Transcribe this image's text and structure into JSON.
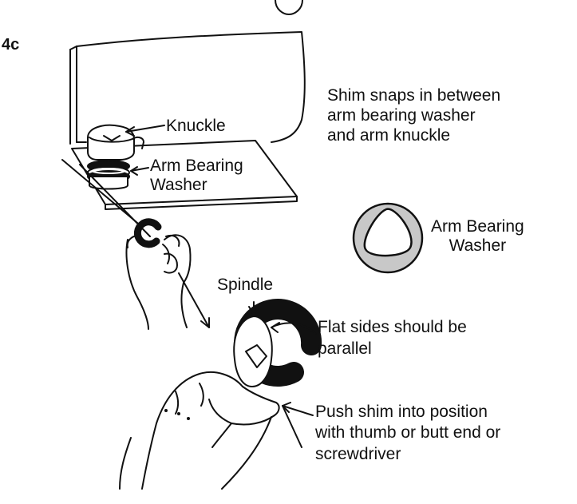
{
  "step": "4c",
  "notes": {
    "shim_snaps": "Shim snaps in between\narm bearing washer\nand arm knuckle"
  },
  "callouts": {
    "knuckle": "Knuckle",
    "arm_bearing_washer": "Arm Bearing\nWasher",
    "arm_bearing_washer_detail": "Arm Bearing\nWasher",
    "spindle": "Spindle",
    "flat_sides": "Flat sides should be\nparallel",
    "push_shim": "Push shim into position\nwith thumb or butt end or\nscrewdriver"
  },
  "colors": {
    "ink": "#111111",
    "washer_fill": "#c8c8c8",
    "paper": "#ffffff"
  }
}
